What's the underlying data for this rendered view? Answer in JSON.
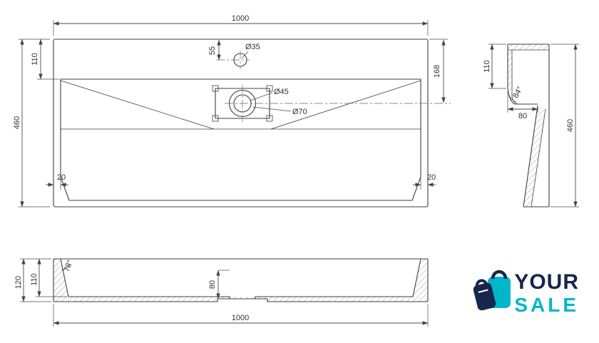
{
  "colors": {
    "navy": "#16264c",
    "teal": "#00b7c9"
  },
  "top_view": {
    "dim_width": "1000",
    "dim_depth": "460",
    "dim_deck": "110",
    "dim_faucet_offset": "55",
    "label_faucet_hole": "Ø35",
    "dim_drain_offset": "168",
    "label_drain_inner": "Ø45",
    "label_drain_outer": "Ø70",
    "dim_gap_left": "20",
    "dim_gap_right": "20"
  },
  "side_view": {
    "dim_deck": "110",
    "angle": "84°",
    "dim_flat": "80",
    "dim_depth": "460"
  },
  "front_view": {
    "dim_height": "120",
    "dim_inner_height": "110",
    "angle": "78°",
    "dim_drain": "80",
    "dim_width": "1000"
  },
  "logo": {
    "line1": "YOUR",
    "line2": "SALE"
  }
}
